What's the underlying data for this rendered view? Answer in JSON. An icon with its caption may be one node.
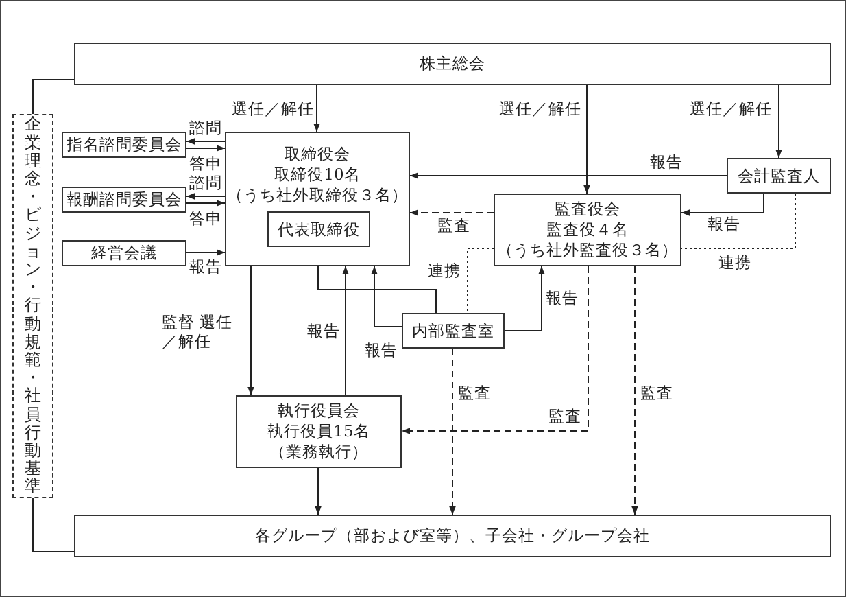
{
  "diagram": {
    "nodes": [
      {
        "text": [
          "株主総会"
        ]
      },
      {
        "text": [
          "企業理念・ビジョン・行動規範・社員行動基準"
        ]
      },
      {
        "text": [
          "指名諮問委員会"
        ]
      },
      {
        "text": [
          "報酬諮問委員会"
        ]
      },
      {
        "text": [
          "経営会議"
        ]
      },
      {
        "text": [
          "取締役会",
          "取締役10名",
          "（うち社外取締役３名）"
        ]
      },
      {
        "text": [
          "代表取締役"
        ],
        "in": 5
      },
      {
        "text": [
          "会計監査人"
        ]
      },
      {
        "text": [
          "監査役会",
          "監査役４名",
          "（うち社外監査役３名）"
        ]
      },
      {
        "text": [
          "内部監査室"
        ]
      },
      {
        "text": [
          "執行役員会",
          "執行役員15名",
          "（業務執行）"
        ]
      },
      {
        "text": [
          "各グループ（部および室等）、子会社・グループ会社"
        ]
      }
    ],
    "edges": [
      {
        "from": 1,
        "to": 0,
        "arrow": "none"
      },
      {
        "from": 1,
        "to": 11,
        "arrow": "none"
      },
      {
        "from": 0,
        "to": 5,
        "arrow": "to",
        "label": "選任／解任"
      },
      {
        "from": 0,
        "to": 8,
        "arrow": "to",
        "label": "選任／解任"
      },
      {
        "from": 0,
        "to": 7,
        "arrow": "to",
        "label": "選任／解任"
      },
      {
        "from": 5,
        "to": 2,
        "arrow": "to",
        "label": "諮問"
      },
      {
        "from": 2,
        "to": 5,
        "arrow": "to",
        "label": "答申"
      },
      {
        "from": 5,
        "to": 3,
        "arrow": "to",
        "label": "諮問"
      },
      {
        "from": 3,
        "to": 5,
        "arrow": "to",
        "label": "答申"
      },
      {
        "from": 4,
        "to": 5,
        "arrow": "to",
        "label": "報告"
      },
      {
        "from": 7,
        "to": 5,
        "arrow": "to",
        "label": "報告"
      },
      {
        "from": 7,
        "to": 8,
        "arrow": "to",
        "label": "報告"
      },
      {
        "from": 7,
        "to": 8,
        "arrow": "none",
        "label": "連携",
        "style": "dashed"
      },
      {
        "from": 8,
        "to": 5,
        "arrow": "to",
        "label": "監査",
        "style": "dashed"
      },
      {
        "from": 8,
        "to": 9,
        "arrow": "none",
        "label": "連携",
        "style": "dashed"
      },
      {
        "from": 9,
        "to": 8,
        "arrow": "to",
        "label": "報告"
      },
      {
        "from": 5,
        "to": 9,
        "arrow": "none"
      },
      {
        "from": 9,
        "to": 5,
        "arrow": "to",
        "label": "報告"
      },
      {
        "from": 10,
        "to": 5,
        "arrow": "to",
        "label": "報告"
      },
      {
        "from": 5,
        "to": 10,
        "arrow": "to",
        "label": "監督 選任／解任"
      },
      {
        "from": 8,
        "to": 10,
        "arrow": "to",
        "label": "監査",
        "style": "dashed"
      },
      {
        "from": 9,
        "to": 11,
        "arrow": "to",
        "label": "監査",
        "style": "dashed"
      },
      {
        "from": 8,
        "to": 11,
        "arrow": "to",
        "label": "監査",
        "style": "dashed"
      },
      {
        "from": 10,
        "to": 11,
        "arrow": "to"
      }
    ]
  }
}
